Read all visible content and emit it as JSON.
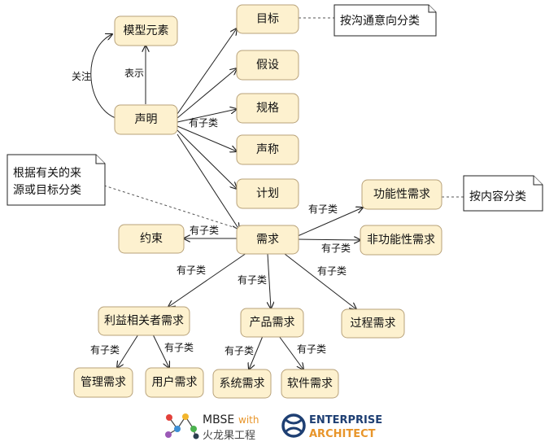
{
  "nodes": {
    "model_element": "模型元素",
    "statement": "声明",
    "goal": "目标",
    "assumption": "假设",
    "specification": "规格",
    "claim": "声称",
    "plan": "计划",
    "requirement": "需求",
    "constraint": "约束",
    "functional_req": "功能性需求",
    "nonfunctional_req": "非功能性需求",
    "stakeholder_req": "利益相关者需求",
    "product_req": "产品需求",
    "process_req": "过程需求",
    "management_req": "管理需求",
    "user_req": "用户需求",
    "system_req": "系统需求",
    "software_req": "软件需求"
  },
  "edge_labels": {
    "relates": "关注",
    "represents": "表示",
    "subclass": "有子类"
  },
  "notes": {
    "by_intent_line1": "按沟通意向分类",
    "by_content_line1": "按内容分类",
    "by_source_line1": "根据有关的来",
    "by_source_line2": "源或目标分类"
  },
  "branding": {
    "mbse_label": "MBSE",
    "mbse_with": "with",
    "mbse_sub": "火龙果工程",
    "ea_line1": "ENTERPRISE",
    "ea_line2": "ARCHITECT",
    "colors": {
      "with": "#e8952a",
      "ea_blue": "#1e3f73",
      "ea_orange": "#e8952a",
      "node_fill": "#fdf1cf",
      "node_stroke": "#b8a27a"
    }
  }
}
